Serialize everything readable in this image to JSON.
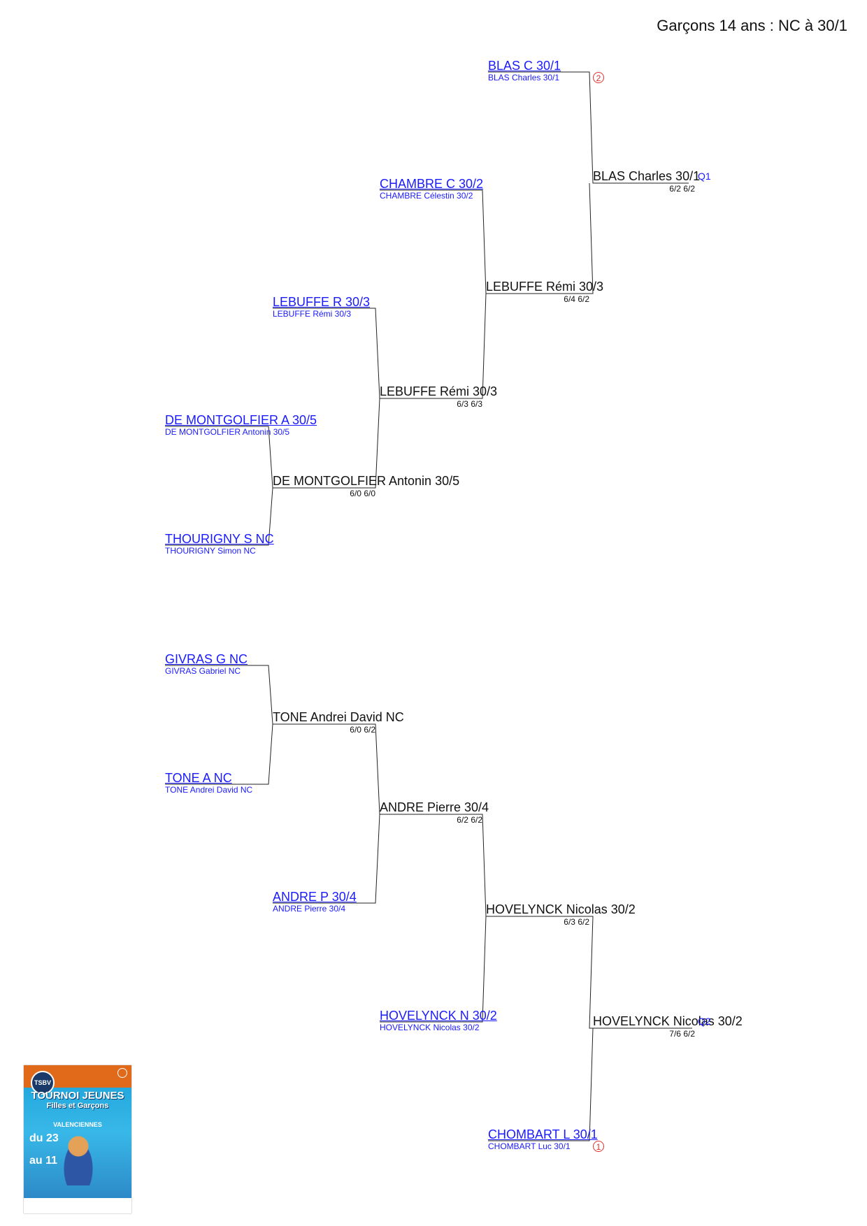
{
  "page": {
    "title": "Garçons 14 ans : NC à 30/1"
  },
  "players": {
    "blas": {
      "code": "BLAS C 30/1",
      "full": "BLAS Charles 30/1"
    },
    "chambre": {
      "code": "CHAMBRE C 30/2",
      "full": "CHAMBRE Célestin 30/2"
    },
    "lebuffe": {
      "code": "LEBUFFE R 30/3",
      "full": "LEBUFFE Rémi 30/3"
    },
    "demontgolfier": {
      "code": "DE MONTGOLFIER A 30/5",
      "full": "DE MONTGOLFIER Antonin 30/5"
    },
    "thourigny": {
      "code": "THOURIGNY S NC",
      "full": "THOURIGNY Simon NC"
    },
    "givras": {
      "code": "GIVRAS G NC",
      "full": "GIVRAS Gabriel NC"
    },
    "tone": {
      "code": "TONE A NC",
      "full": "TONE Andrei David NC"
    },
    "andre": {
      "code": "ANDRE P 30/4",
      "full": "ANDRE Pierre 30/4"
    },
    "hovelynck": {
      "code": "HOVELYNCK N 30/2",
      "full": "HOVELYNCK Nicolas 30/2"
    },
    "chombart": {
      "code": "CHOMBART L 30/1",
      "full": "CHOMBART Luc 30/1"
    }
  },
  "results": {
    "r1_top": {
      "winner": "DE MONTGOLFIER Antonin 30/5",
      "score": "6/0 6/0"
    },
    "r2_top": {
      "winner": "LEBUFFE Rémi 30/3",
      "score": "6/3 6/3"
    },
    "r3_top": {
      "winner": "LEBUFFE Rémi 30/3",
      "score": "6/4 6/2"
    },
    "final_top": {
      "winner": "BLAS Charles 30/1",
      "score": "6/2 6/2",
      "qualifier": "Q1"
    },
    "r1_bot": {
      "winner": "TONE Andrei David NC",
      "score": "6/0 6/2"
    },
    "r2_bot": {
      "winner": "ANDRE Pierre 30/4",
      "score": "6/2 6/2"
    },
    "r3_bot": {
      "winner": "HOVELYNCK Nicolas 30/2",
      "score": "6/3 6/2"
    },
    "final_bot": {
      "winner": "HOVELYNCK Nicolas 30/2",
      "score": "7/6 6/2",
      "qualifier": "Q2"
    }
  },
  "seeds": {
    "blas": "2",
    "chombart": "1"
  },
  "poster": {
    "title": "TOURNOI JEUNES",
    "subtitle": "Filles et Garçons",
    "city": "VALENCIENNES",
    "date_from": "du 23",
    "date_to": "au 11",
    "logo": "TSBV"
  },
  "colors": {
    "link": "#1a1aff",
    "seed": "#e03030",
    "text": "#111111",
    "accent": "#e06a1a"
  }
}
